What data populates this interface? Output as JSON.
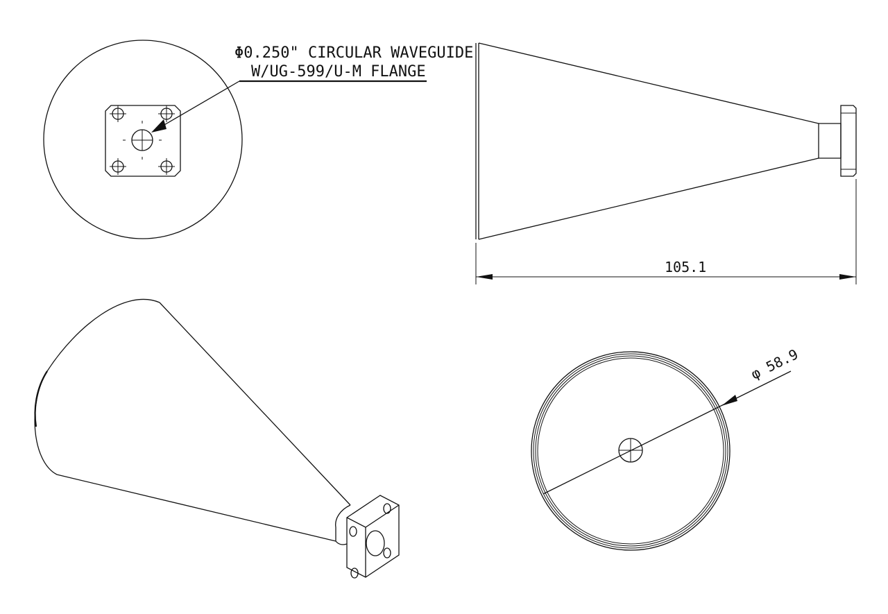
{
  "drawing": {
    "callout": {
      "line1": "Φ0.250\" CIRCULAR WAVEGUIDE",
      "line2": "W/UG-599/U-M FLANGE"
    },
    "length_dimension": "105.1",
    "diameter_dimension": "φ 58.9"
  }
}
